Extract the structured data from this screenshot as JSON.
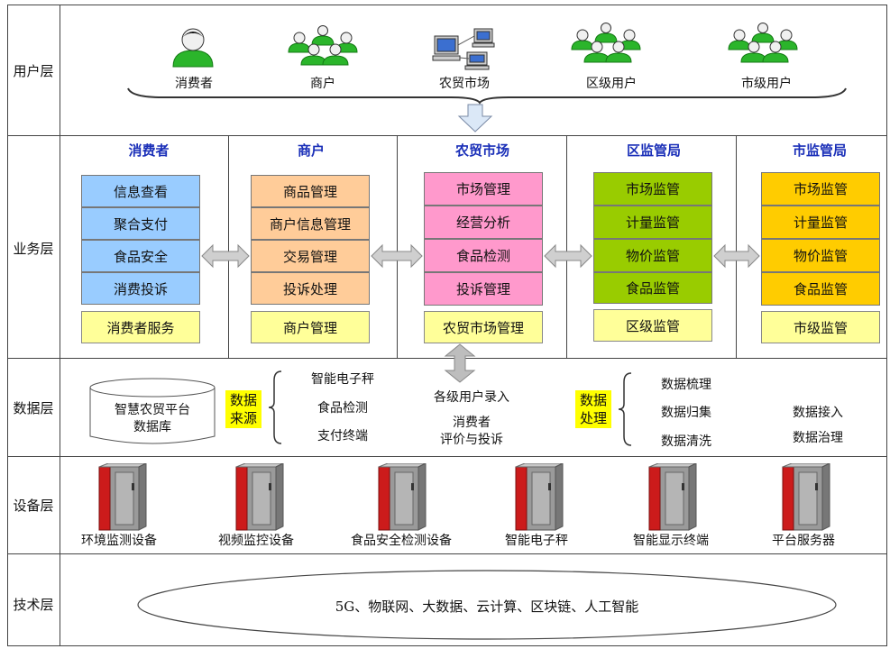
{
  "layers": {
    "user": "用户层",
    "business": "业务层",
    "data": "数据层",
    "device": "设备层",
    "tech": "技术层"
  },
  "user_layer": {
    "items": [
      {
        "label": "消费者",
        "icon": "single-user-icon"
      },
      {
        "label": "商户",
        "icon": "user-group-icon"
      },
      {
        "label": "农贸市场",
        "icon": "computer-network-icon"
      },
      {
        "label": "区级用户",
        "icon": "user-group-icon"
      },
      {
        "label": "市级用户",
        "icon": "user-group-icon"
      }
    ]
  },
  "business_layer": {
    "columns": [
      {
        "title": "消费者",
        "color": "#99ccff",
        "modules": [
          "信息查看",
          "聚合支付",
          "食品安全",
          "消费投诉"
        ],
        "summary": "消费者服务"
      },
      {
        "title": "商户",
        "color": "#ffcc99",
        "modules": [
          "商品管理",
          "商户信息管理",
          "交易管理",
          "投诉处理"
        ],
        "summary": "商户管理"
      },
      {
        "title": "农贸市场",
        "color": "#ff99cc",
        "modules": [
          "市场管理",
          "经营分析",
          "食品检测",
          "投诉管理"
        ],
        "summary": "农贸市场管理"
      },
      {
        "title": "区监管局",
        "color": "#99cc00",
        "modules": [
          "市场监管",
          "计量监管",
          "物价监管",
          "食品监管"
        ],
        "summary": "区级监管"
      },
      {
        "title": "市监管局",
        "color": "#ffcc00",
        "modules": [
          "市场监管",
          "计量监管",
          "物价监管",
          "食品监管"
        ],
        "summary": "市级监管"
      }
    ]
  },
  "data_layer": {
    "database": "智慧农贸平台\n数据库",
    "source_label": "数据\n来源",
    "sources": [
      "智能电子秤",
      "食品检测",
      "支付终端"
    ],
    "user_inputs": [
      "各级用户录入",
      "消费者\n评价与投诉"
    ],
    "process_label": "数据\n处理",
    "processes_left": [
      "数据梳理",
      "数据归集",
      "数据清洗"
    ],
    "processes_right": [
      "数据接入",
      "数据治理"
    ]
  },
  "device_layer": {
    "devices": [
      "环境监测设备",
      "视频监控设备",
      "食品安全检测设备",
      "智能电子秤",
      "智能显示终端",
      "平台服务器"
    ]
  },
  "tech_layer": {
    "text": "5G、物联网、大数据、云计算、区块链、人工智能"
  }
}
